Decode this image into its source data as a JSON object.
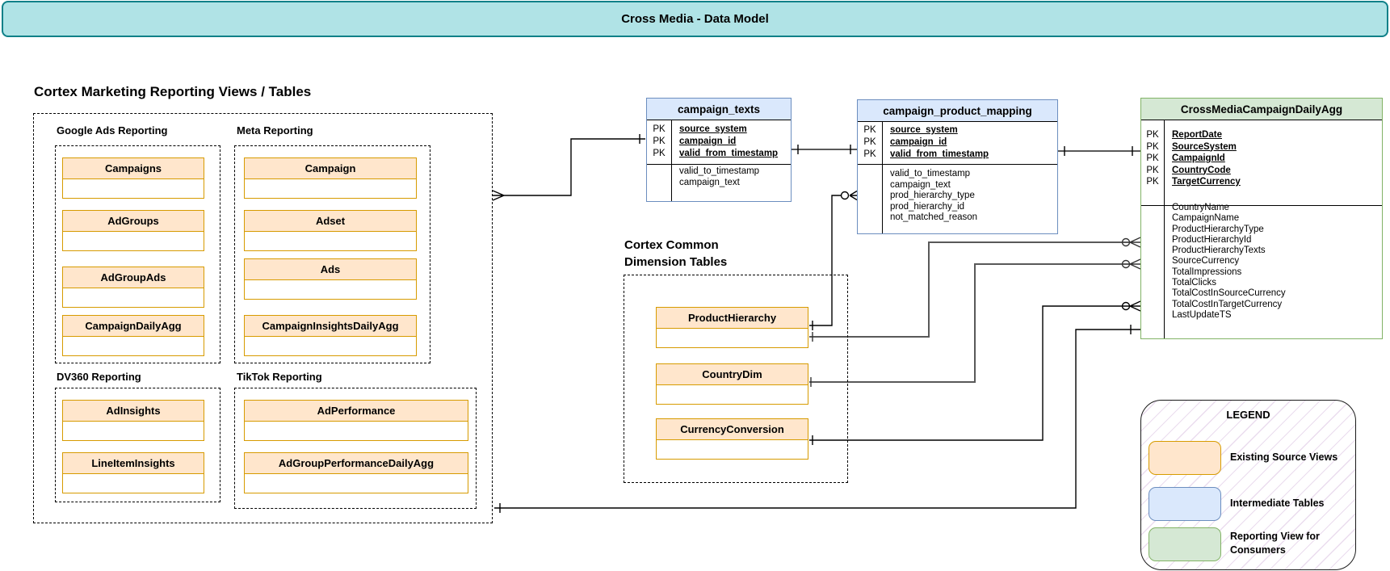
{
  "banner": {
    "title": "Cross Media - Data Model"
  },
  "labels": {
    "pk": "PK"
  },
  "marketing_section": {
    "heading": "Cortex Marketing Reporting Views / Tables",
    "groups": [
      {
        "label": "Google Ads Reporting",
        "tables": [
          "Campaigns",
          "AdGroups",
          "AdGroupAds",
          "CampaignDailyAgg"
        ]
      },
      {
        "label": "Meta Reporting",
        "tables": [
          "Campaign",
          "Adset",
          "Ads",
          "CampaignInsightsDailyAgg"
        ]
      },
      {
        "label": "DV360 Reporting",
        "tables": [
          "AdInsights",
          "LineItemInsights"
        ]
      },
      {
        "label": "TikTok Reporting",
        "tables": [
          "AdPerformance",
          "AdGroupPerformanceDailyAgg"
        ]
      }
    ]
  },
  "dimension_section": {
    "heading_line1": "Cortex Common",
    "heading_line2": "Dimension Tables",
    "tables": [
      "ProductHierarchy",
      "CountryDim",
      "CurrencyConversion"
    ]
  },
  "entity_tables": [
    {
      "name": "campaign_texts",
      "kind": "intermediate",
      "pk": [
        "source_system",
        "campaign_id",
        "valid_from_timestamp"
      ],
      "fields": [
        "valid_to_timestamp",
        "campaign_text"
      ]
    },
    {
      "name": "campaign_product_mapping",
      "kind": "intermediate",
      "pk": [
        "source_system",
        "campaign_id",
        "valid_from_timestamp"
      ],
      "fields": [
        "valid_to_timestamp",
        "campaign_text",
        "prod_hierarchy_type",
        "prod_hierarchy_id",
        "not_matched_reason"
      ]
    },
    {
      "name": "CrossMediaCampaignDailyAgg",
      "kind": "reporting",
      "pk": [
        "ReportDate",
        "SourceSystem",
        "CampaignId",
        "CountryCode",
        "TargetCurrency"
      ],
      "fields": [
        "CountryName",
        "CampaignName",
        "ProductHierarchyType",
        "ProductHierarchyId",
        "ProductHierarchyTexts",
        "SourceCurrency",
        "TotalImpressions",
        "TotalClicks",
        "TotalCostInSourceCurrency",
        "TotalCostInTargetCurrency",
        "LastUpdateTS"
      ]
    }
  ],
  "legend": {
    "title": "LEGEND",
    "items": [
      {
        "label": "Existing Source Views",
        "fill": "#ffe6cc",
        "border": "#d79b00"
      },
      {
        "label": "Intermediate Tables",
        "fill": "#dae8fc",
        "border": "#6c8ebf"
      },
      {
        "label": "Reporting View for Consumers",
        "fill": "#d5e8d4",
        "border": "#82b366"
      }
    ]
  },
  "colors": {
    "banner_fill": "#b0e3e6",
    "banner_border": "#0e8088",
    "source_fill": "#ffe6cc",
    "source_border": "#d79b00",
    "intermediate_fill": "#dae8fc",
    "intermediate_border": "#6c8ebf",
    "reporting_fill": "#d5e8d4",
    "reporting_border": "#82b366"
  }
}
